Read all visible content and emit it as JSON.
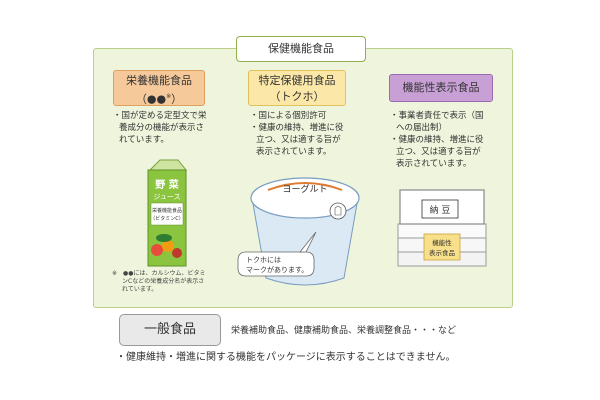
{
  "title": "保健機能食品",
  "categories": [
    {
      "name": "栄養機能食品",
      "sub": "（●●",
      "sup": "※",
      "sub_end": "）",
      "bullets": [
        "・国が定める定型文で栄",
        "養成分の機能が表示さ",
        "れています。"
      ]
    },
    {
      "name": "特定保健用食品",
      "sub": "（トクホ）",
      "bullets": [
        "・国による個別許可",
        "・健康の維持、増進に役",
        "立つ、又は適する旨が",
        "表示されています。"
      ]
    },
    {
      "name": "機能性表示食品",
      "bullets": [
        "・事業者責任で表示（国",
        "への届出制）",
        "・健康の維持、増進に役",
        "立つ、又は適する旨が",
        "表示されています。"
      ]
    }
  ],
  "juice": {
    "line1": "野 菜",
    "line2": "ジュース",
    "label1": "栄養機能食品",
    "label2": "（ビタミンC）"
  },
  "yogurt": {
    "label": "ヨーグルト",
    "bubble1": "トクホには",
    "bubble2": "マークがあります。"
  },
  "natto": {
    "label": "納 豆",
    "tag1": "機能性",
    "tag2": "表示食品"
  },
  "note": {
    "line1": "※　●●には、カルシウム、ビタミ",
    "line2": "ンCなどの栄養成分名が表示さ",
    "line3": "れています。"
  },
  "general": {
    "label": "一般食品",
    "examples": "栄養補助食品、健康補助食品、栄養調整食品・・・など",
    "note": "・健康維持・増進に関する機能をパッケージに表示することはできません。"
  },
  "colors": {
    "frame_bg": "#eef5dc",
    "cat1": "#f5c99a",
    "cat2": "#fbe7a8",
    "cat3": "#c8a0d6"
  }
}
